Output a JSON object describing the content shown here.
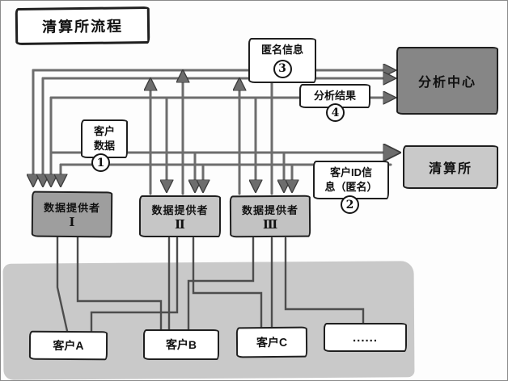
{
  "title": "清算所流程",
  "nodes": {
    "analysis_center": {
      "label": "分析中心"
    },
    "clearing_house": {
      "label": "清算所"
    },
    "providers": [
      {
        "label": "数据提供者",
        "numeral": "Ⅰ"
      },
      {
        "label": "数据提供者",
        "numeral": "Ⅱ"
      },
      {
        "label": "数据提供者",
        "numeral": "Ⅲ"
      }
    ],
    "customers": [
      {
        "label": "客户A"
      },
      {
        "label": "客户B"
      },
      {
        "label": "客户C"
      },
      {
        "label": "......"
      }
    ]
  },
  "flow_labels": {
    "customer_data": {
      "line1": "客户",
      "line2": "数据",
      "step": "1"
    },
    "customer_id_info": {
      "line1": "客户ID信",
      "line2": "息（匿名）",
      "step": "2"
    },
    "anonymous_info": {
      "text": "匿名信息",
      "step": "3"
    },
    "analysis_result": {
      "text": "分析结果",
      "step": "4"
    }
  },
  "colors": {
    "analysis_center_bg": "#868686",
    "clearing_house_bg": "#c9c9c9",
    "provider1_bg": "#9e9e9e",
    "provider2_bg": "#c6c6c6",
    "provider3_bg": "#c2c2c2",
    "bottom_zone_bg": "#c9c9c9",
    "line": "#6d6d6d",
    "border": "#1f1f1f"
  }
}
